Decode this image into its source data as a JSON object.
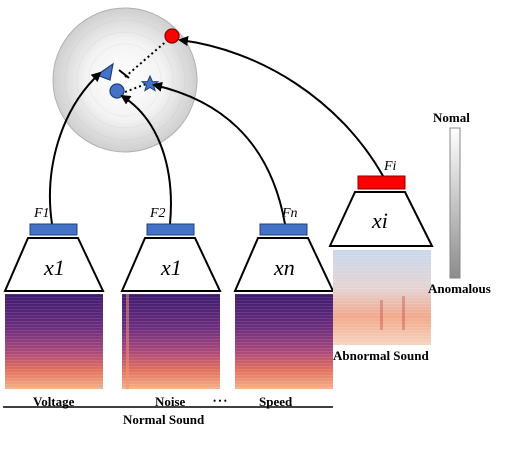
{
  "feature_labels": [
    "F1",
    "F2",
    "Fn",
    "Fi"
  ],
  "encoder_inputs": [
    "x1",
    "x1",
    "xn",
    "xi"
  ],
  "spectrogram_labels": [
    "Voltage",
    "Noise",
    "Speed"
  ],
  "ellipsis": "• • •",
  "group_label": "Normal Sound",
  "abnormal_label": "Abnormal Sound",
  "scale": {
    "top_label": "Nomal",
    "bottom_label": "Anomalous"
  },
  "colors": {
    "normal_feature": "#4472c4",
    "abnormal_feature": "#ff0000",
    "normal_point": "#4472c4",
    "abnormal_point": "#ff0000",
    "latent_circle": "#d9d9d9"
  }
}
